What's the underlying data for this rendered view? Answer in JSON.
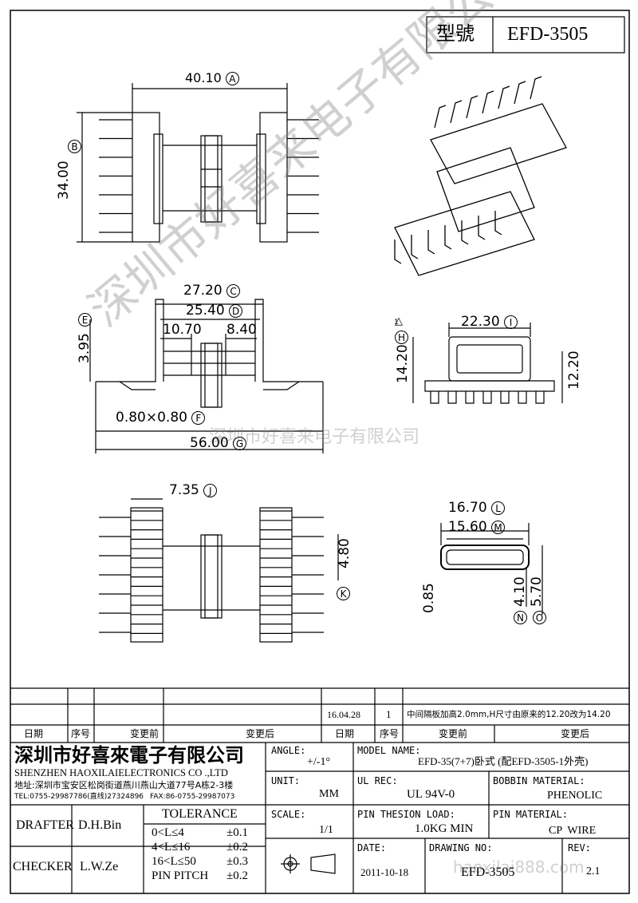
{
  "model": {
    "label": "型號",
    "value": "EFD-3505"
  },
  "dims": {
    "A": {
      "value": "40.10",
      "tag": "A"
    },
    "B": {
      "value": "34.00",
      "tag": "B"
    },
    "C": {
      "value": "27.20",
      "tag": "C"
    },
    "D": {
      "value": "25.40",
      "tag": "D"
    },
    "E": {
      "value": "3.95",
      "tag": "E"
    },
    "w1": {
      "value": "10.70"
    },
    "w2": {
      "value": "8.40"
    },
    "F": {
      "value": "0.80×0.80",
      "tag": "F"
    },
    "G": {
      "value": "56.00",
      "tag": "G"
    },
    "I": {
      "value": "22.30",
      "tag": "I"
    },
    "H": {
      "tag": "H",
      "rev_tag": "1"
    },
    "h1": {
      "value": "14.20"
    },
    "h2": {
      "value": "12.20"
    },
    "J": {
      "value": "7.35",
      "tag": "J"
    },
    "K": {
      "value": "4.80",
      "tag": "K"
    },
    "L": {
      "value": "16.70",
      "tag": "L"
    },
    "M": {
      "value": "15.60",
      "tag": "M"
    },
    "N": {
      "value": "4.10",
      "tag": "N"
    },
    "O": {
      "value": "5.70",
      "tag": "O"
    },
    "p": {
      "value": "0.85"
    }
  },
  "watermark": {
    "diag": "深圳市好喜来电子有限公司",
    "line": "深圳市好喜来电子有限公司",
    "site": "haoxilai888.com"
  },
  "revision": {
    "date": "16.04.28",
    "no": "1",
    "note": "中间隔板加高2.0mm,H尺寸由原来的12.20改为14.20",
    "headers": [
      "日期",
      "序号",
      "变更前",
      "变更后",
      "日期",
      "序号",
      "变更前",
      "变更后"
    ]
  },
  "company": {
    "cn": "深圳市好喜來電子有限公司",
    "en": "SHENZHEN HAOXILAIELECTRONICS CO .,LTD",
    "addr": "地址:深圳市宝安区松岗街道燕川燕山大道77号A栋2-3楼",
    "tel": "TEL:0755-29987786(直线)27324896",
    "fax": "FAX:86-0755-29987073"
  },
  "titleblock": {
    "angle_label": "ANGLE:",
    "angle_value": "+/-1°",
    "model_label": "MODEL NAME:",
    "model_value": "EFD-35(7+7)卧式 (配EFD-3505-1外壳)",
    "unit_label": "UNIT:",
    "unit_value": "MM",
    "ulrec_label": "UL REC:",
    "ulrec_value": "UL 94V-0",
    "bobbin_label": "BOBBIN MATERIAL:",
    "bobbin_value": "PHENOLIC",
    "scale_label": "SCALE:",
    "scale_value": "1/1",
    "load_label": "PIN THESION LOAD:",
    "load_value": "1.0KG MIN",
    "pinmat_label": "PIN MATERIAL:",
    "pinmat_value": "CP  WIRE",
    "date_label": "DATE:",
    "date_value": "2011-10-18",
    "drawing_label": "DRAWING NO:",
    "drawing_value": "EFD-3505",
    "rev_label": "REV:",
    "rev_value": "2.1",
    "drafter_label": "DRAFTER",
    "drafter_value": "D.H.Bin",
    "checker_label": "CHECKER",
    "checker_value": "L.W.Ze",
    "tolerance_label": "TOLERANCE",
    "tol": [
      {
        "range": "0<L≤4",
        "value": "±0.1"
      },
      {
        "range": "4<L≤16",
        "value": "±0.2"
      },
      {
        "range": "16<L≤50",
        "value": "±0.3"
      },
      {
        "range": "PIN PITCH",
        "value": "±0.2"
      }
    ]
  }
}
